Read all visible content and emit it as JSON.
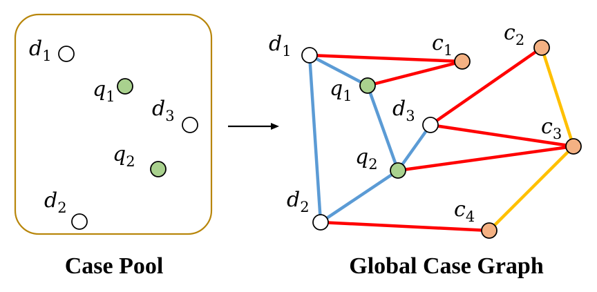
{
  "case_pool": {
    "caption": "Case Pool",
    "nodes": [
      {
        "id": "d1",
        "base": "d",
        "sub": "1",
        "kind": "document"
      },
      {
        "id": "q1",
        "base": "q",
        "sub": "1",
        "kind": "query"
      },
      {
        "id": "d3",
        "base": "d",
        "sub": "3",
        "kind": "document"
      },
      {
        "id": "q2",
        "base": "q",
        "sub": "2",
        "kind": "query"
      },
      {
        "id": "d2",
        "base": "d",
        "sub": "2",
        "kind": "document"
      }
    ]
  },
  "global_graph": {
    "caption": "Global Case Graph",
    "nodes": [
      {
        "id": "d1",
        "base": "d",
        "sub": "1",
        "kind": "document"
      },
      {
        "id": "q1",
        "base": "q",
        "sub": "1",
        "kind": "query"
      },
      {
        "id": "d3",
        "base": "d",
        "sub": "3",
        "kind": "document"
      },
      {
        "id": "q2",
        "base": "q",
        "sub": "2",
        "kind": "query"
      },
      {
        "id": "d2",
        "base": "d",
        "sub": "2",
        "kind": "document"
      },
      {
        "id": "c1",
        "base": "c",
        "sub": "1",
        "kind": "case"
      },
      {
        "id": "c2",
        "base": "c",
        "sub": "2",
        "kind": "case"
      },
      {
        "id": "c3",
        "base": "c",
        "sub": "3",
        "kind": "case"
      },
      {
        "id": "c4",
        "base": "c",
        "sub": "4",
        "kind": "case"
      }
    ],
    "edges": [
      {
        "from": "d1",
        "to": "c1",
        "color": "red"
      },
      {
        "from": "q1",
        "to": "c1",
        "color": "red"
      },
      {
        "from": "d3",
        "to": "c2",
        "color": "red"
      },
      {
        "from": "d3",
        "to": "c3",
        "color": "red"
      },
      {
        "from": "q2",
        "to": "c3",
        "color": "red"
      },
      {
        "from": "d2",
        "to": "c4",
        "color": "red"
      },
      {
        "from": "d1",
        "to": "q1",
        "color": "blue"
      },
      {
        "from": "d1",
        "to": "d2",
        "color": "blue"
      },
      {
        "from": "q1",
        "to": "q2",
        "color": "blue"
      },
      {
        "from": "q2",
        "to": "d3",
        "color": "blue"
      },
      {
        "from": "q2",
        "to": "d2",
        "color": "blue"
      },
      {
        "from": "c2",
        "to": "c3",
        "color": "yellow"
      },
      {
        "from": "c3",
        "to": "c4",
        "color": "yellow"
      }
    ]
  },
  "colors": {
    "red": "#ff0000",
    "blue": "#5b9bd5",
    "yellow": "#ffc000",
    "document_fill": "#ffffff",
    "query_fill": "#a9d18e",
    "case_fill": "#f4b183",
    "pool_border": "#b8860b"
  }
}
